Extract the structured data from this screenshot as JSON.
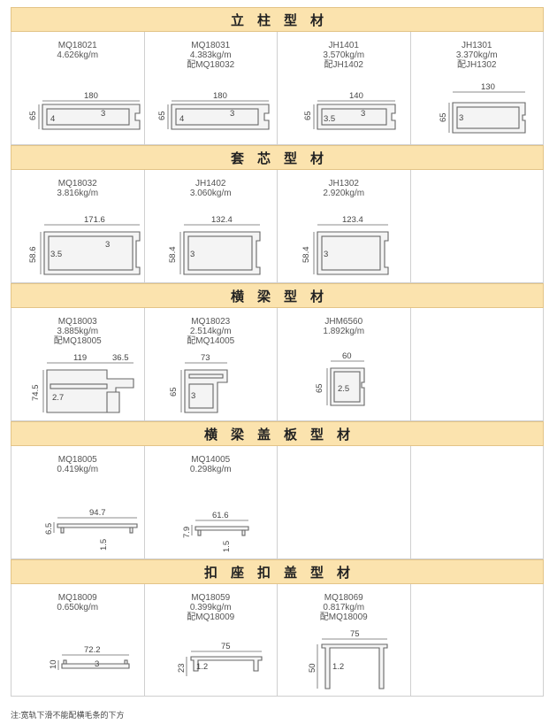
{
  "sections": [
    {
      "title": "立柱型材",
      "items": [
        {
          "code": "MQ18021",
          "weight": "4.626kg/m",
          "pair": "",
          "dims": {
            "w": "180",
            "h": "65",
            "t1": "4",
            "t2": "3"
          }
        },
        {
          "code": "MQ18031",
          "weight": "4.383kg/m",
          "pair": "配MQ18032",
          "dims": {
            "w": "180",
            "h": "65",
            "t1": "4",
            "t2": "3"
          }
        },
        {
          "code": "JH1401",
          "weight": "3.570kg/m",
          "pair": "配JH1402",
          "dims": {
            "w": "140",
            "h": "65",
            "t1": "3.5",
            "t2": "3"
          }
        },
        {
          "code": "JH1301",
          "weight": "3.370kg/m",
          "pair": "配JH1302",
          "dims": {
            "w": "130",
            "h": "65",
            "t1": "3",
            "t2": ""
          }
        }
      ]
    },
    {
      "title": "套芯型材",
      "items": [
        {
          "code": "MQ18032",
          "weight": "3.816kg/m",
          "pair": "",
          "dims": {
            "w": "171.6",
            "h": "58.6",
            "t1": "3.5",
            "t2": "3"
          }
        },
        {
          "code": "JH1402",
          "weight": "3.060kg/m",
          "pair": "",
          "dims": {
            "w": "132.4",
            "h": "58.4",
            "t1": "3",
            "t2": ""
          }
        },
        {
          "code": "JH1302",
          "weight": "2.920kg/m",
          "pair": "",
          "dims": {
            "w": "123.4",
            "h": "58.4",
            "t1": "3",
            "t2": ""
          }
        },
        null
      ]
    },
    {
      "title": "横梁型材",
      "items": [
        {
          "code": "MQ18003",
          "weight": "3.885kg/m",
          "pair": "配MQ18005",
          "dims": {
            "w": "119",
            "w2": "36.5",
            "h": "74.5",
            "t1": "2.7",
            "t2": ""
          }
        },
        {
          "code": "MQ18023",
          "weight": "2.514kg/m",
          "pair": "配MQ14005",
          "dims": {
            "w": "73",
            "h": "65",
            "t1": "3",
            "t2": ""
          }
        },
        {
          "code": "JHM6560",
          "weight": "1.892kg/m",
          "pair": "",
          "dims": {
            "w": "60",
            "h": "65",
            "t1": "2.5",
            "t2": ""
          }
        },
        null
      ]
    },
    {
      "title": "横梁盖板型材",
      "items": [
        {
          "code": "MQ18005",
          "weight": "0.419kg/m",
          "pair": "",
          "dims": {
            "w": "94.7",
            "h": "6.5",
            "t1": "1.5",
            "t2": ""
          }
        },
        {
          "code": "MQ14005",
          "weight": "0.298kg/m",
          "pair": "",
          "dims": {
            "w": "61.6",
            "h": "7.9",
            "t1": "1.5",
            "t2": ""
          }
        },
        null,
        null
      ]
    },
    {
      "title": "扣座扣盖型材",
      "items": [
        {
          "code": "MQ18009",
          "weight": "0.650kg/m",
          "pair": "",
          "dims": {
            "w": "72.2",
            "h": "10",
            "t1": "3",
            "t2": ""
          }
        },
        {
          "code": "MQ18059",
          "weight": "0.399kg/m",
          "pair": "配MQ18009",
          "dims": {
            "w": "75",
            "h": "23",
            "t1": "1.2",
            "t2": ""
          }
        },
        {
          "code": "MQ18069",
          "weight": "0.817kg/m",
          "pair": "配MQ18009",
          "dims": {
            "w": "75",
            "h": "50",
            "t1": "1.2",
            "t2": ""
          }
        },
        null
      ]
    }
  ],
  "footnote": "注:宽轨下滑不能配横毛条的下方"
}
